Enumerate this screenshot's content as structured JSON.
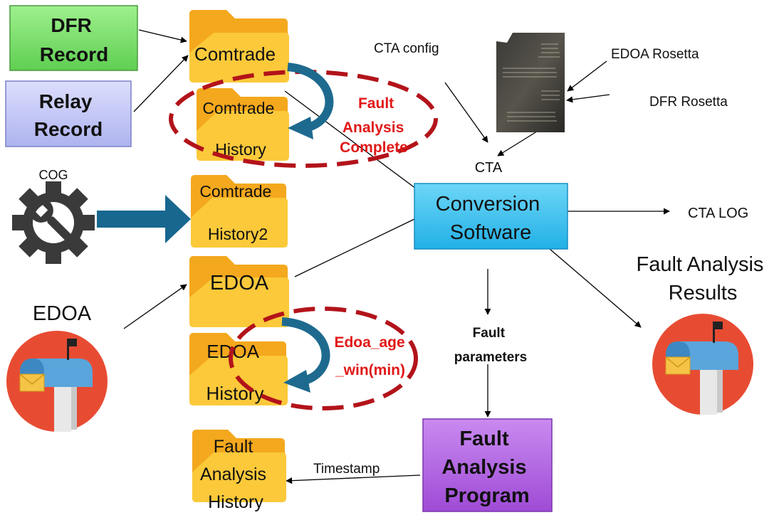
{
  "boxes": {
    "dfr": [
      "DFR",
      "Record"
    ],
    "relay": [
      "Relay",
      "Record"
    ],
    "conversion": [
      "Conversion",
      "Software"
    ],
    "fault_program": [
      "Fault",
      "Analysis",
      "Program"
    ]
  },
  "folders": {
    "comtrade": [
      "Comtrade"
    ],
    "comtrade_history": [
      "Comtrade",
      "History"
    ],
    "comtrade_history2": [
      "Comtrade",
      "History2"
    ],
    "edoa": [
      "EDOA"
    ],
    "edoa_history": [
      "EDOA",
      "History"
    ],
    "fault_history": [
      "Fault",
      "Analysis",
      "History"
    ]
  },
  "labels": {
    "cog": "COG",
    "edoa": "EDOA",
    "cta_config": "CTA config",
    "edoa_rosetta": "EDOA Rosetta",
    "dfr_rosetta": "DFR Rosetta",
    "cta": "CTA",
    "cta_log": "CTA LOG",
    "fault_results": [
      "Fault Analysis",
      "Results"
    ],
    "fault_parameters": [
      "Fault",
      "parameters"
    ],
    "timestamp": "Timestamp"
  },
  "annotations": {
    "fault_complete": [
      "Fault",
      "Analysis",
      "Complete"
    ],
    "edoa_age": [
      "Edoa_age",
      "_win(min)"
    ]
  },
  "colors": {
    "green_box": "#7ee06e",
    "blue_box": "#c5c8f5",
    "cyan_box": "#3ec1f0",
    "purple_box": "#b467e4",
    "folder_back": "#f4a81d",
    "folder_front": "#fbc93a",
    "dashed_red": "#b3131a",
    "annotation_red": "#e01818",
    "curve_blue": "#1e6a8f",
    "arrow_blue": "#17678f",
    "gear": "#3a3a3a",
    "mail_circle": "#e74c33"
  }
}
